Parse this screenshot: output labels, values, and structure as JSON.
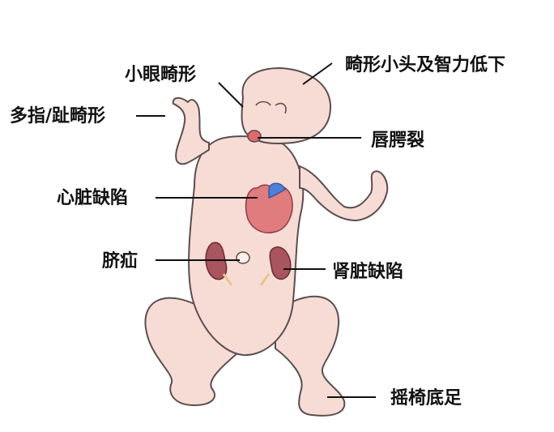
{
  "labels": {
    "microphthalmia": "小眼畸形",
    "microcephaly": "畸形小头及智力低下",
    "polydactyly": "多指/趾畸形",
    "cleft": "唇腭裂",
    "heart_defect": "心脏缺陷",
    "hernia": "脐疝",
    "kidney_defect": "肾脏缺陷",
    "rocker_foot": "摇椅底足"
  },
  "colors": {
    "skin": "#f7dcd6",
    "skin_outline": "#5a4e4e",
    "heart": "#e07b7e",
    "vessel": "#4f7fd6",
    "kidney": "#a85560",
    "leader_line": "#111111"
  }
}
